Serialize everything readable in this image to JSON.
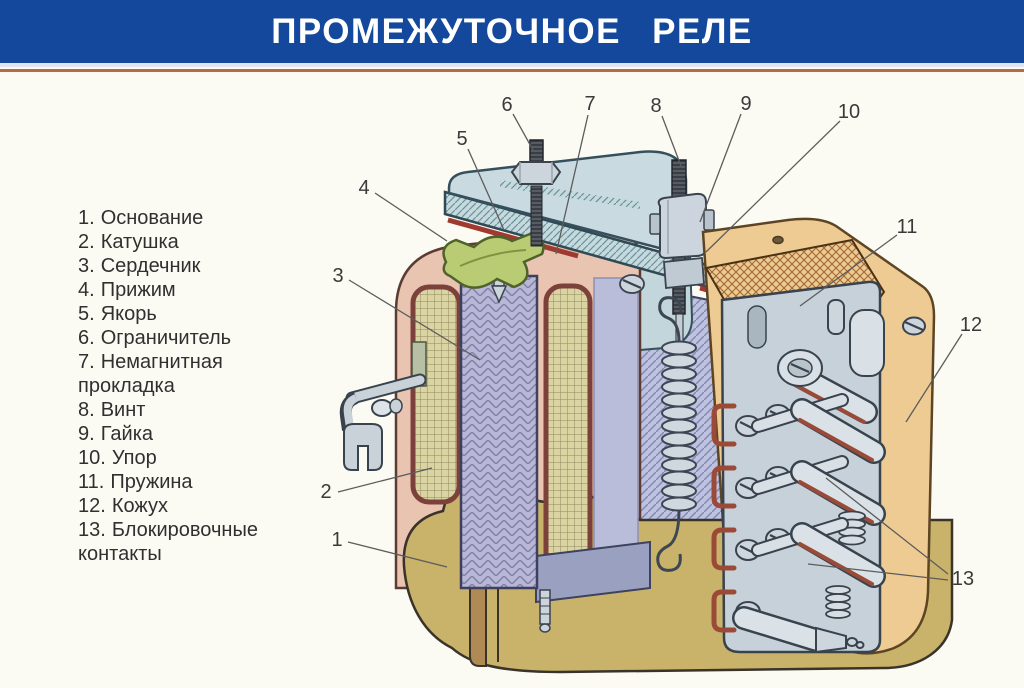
{
  "header": {
    "title": "ПРОМЕЖУТОЧНОЕ РЕЛЕ",
    "bar_color": "#14489c",
    "accent_line_color": "#b56945"
  },
  "parts_list": {
    "items": [
      {
        "num": "1.",
        "label": "Основание"
      },
      {
        "num": "2.",
        "label": "Катушка"
      },
      {
        "num": "3.",
        "label": "Сердечник"
      },
      {
        "num": "4.",
        "label": "Прижим"
      },
      {
        "num": "5.",
        "label": "Якорь"
      },
      {
        "num": "6.",
        "label": "Ограничитель"
      },
      {
        "num": "7.",
        "label": "Немагнитная прокладка"
      },
      {
        "num": "8.",
        "label": "Винт"
      },
      {
        "num": "9.",
        "label": "Гайка"
      },
      {
        "num": "10.",
        "label": "Упор"
      },
      {
        "num": "11.",
        "label": "Пружина"
      },
      {
        "num": "12.",
        "label": "Кожух"
      },
      {
        "num": "13.",
        "label": "Блокировочные контакты"
      }
    ]
  },
  "callouts": [
    "1",
    "2",
    "3",
    "4",
    "5",
    "6",
    "7",
    "8",
    "9",
    "10",
    "11",
    "12",
    "13"
  ],
  "colors": {
    "base": "#c9b269",
    "coil_shell": "#e8c4b1",
    "winding": "#dad3a2",
    "core": "#b8b8d6",
    "armature": "#c6dade",
    "clamp_green": "#b9cc74",
    "gasket_red": "#a03a30",
    "cover_tan": "#eecb93",
    "metal": "#cdd6dd"
  }
}
